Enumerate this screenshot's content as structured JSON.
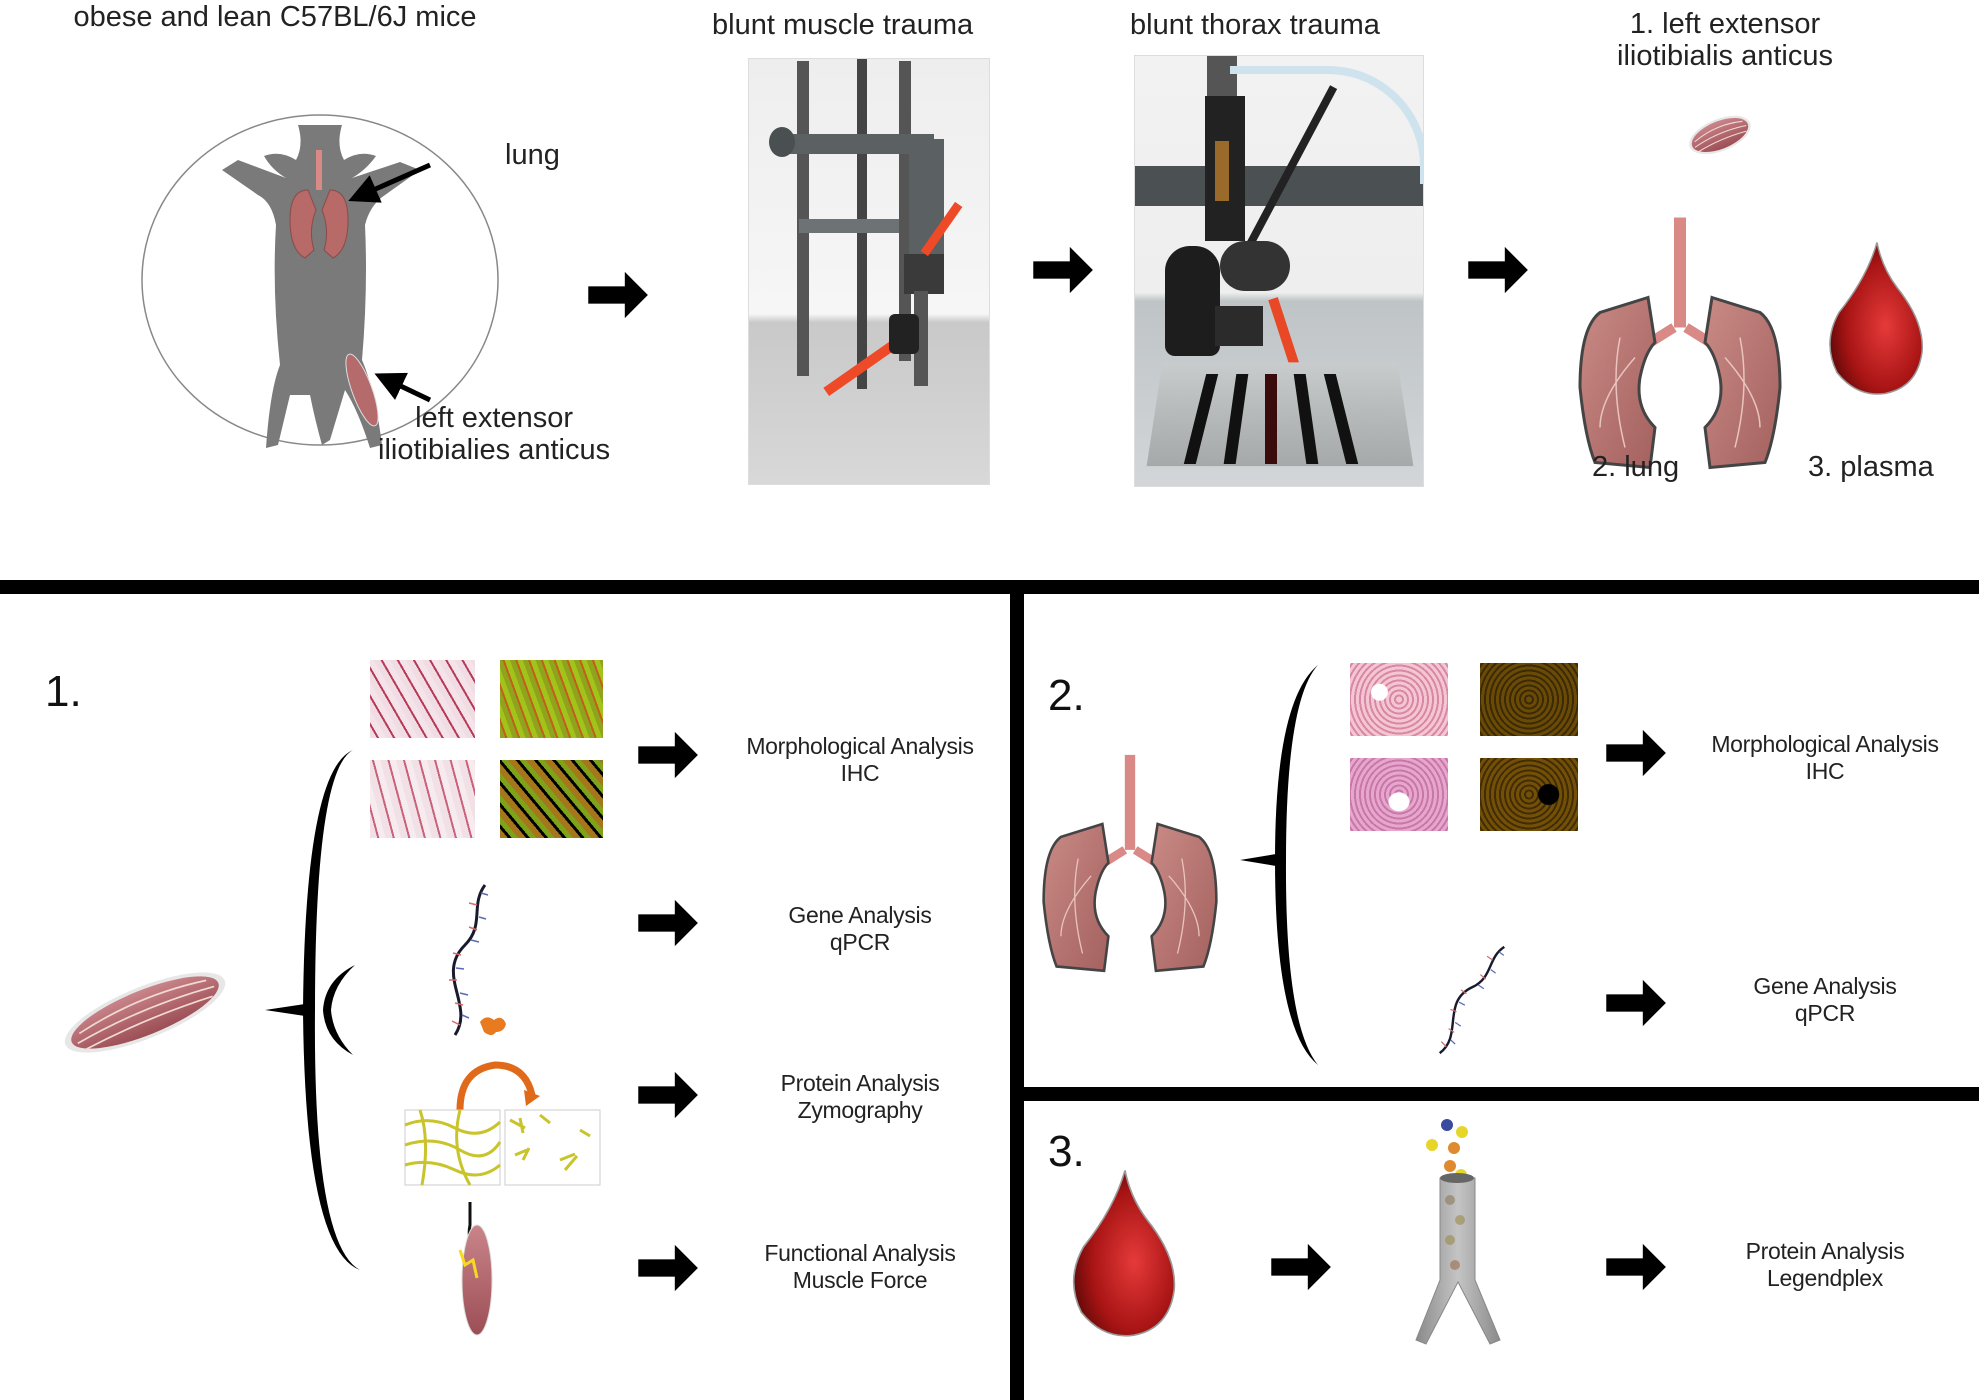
{
  "top": {
    "mice_label": "obese and lean C57BL/6J mice",
    "lung_callout": "lung",
    "muscle_callout": "left extensor\niliotibialies anticus",
    "muscle_trauma_label": "blunt muscle trauma",
    "thorax_trauma_label": "blunt thorax trauma",
    "sample1_label": "1. left extensor\niliotibialis anticus",
    "sample2_label": "2. lung",
    "sample3_label": "3. plasma"
  },
  "panel1": {
    "number": "1.",
    "analyses": [
      {
        "title": "Morphological Analysis",
        "method": "IHC"
      },
      {
        "title": "Gene Analysis",
        "method": "qPCR"
      },
      {
        "title": "Protein Analysis",
        "method": "Zymography"
      },
      {
        "title": "Functional Analysis",
        "method": "Muscle Force"
      }
    ]
  },
  "panel2": {
    "number": "2.",
    "analyses": [
      {
        "title": "Morphological Analysis",
        "method": "IHC"
      },
      {
        "title": "Gene Analysis",
        "method": "qPCR"
      }
    ]
  },
  "panel3": {
    "number": "3.",
    "analyses": [
      {
        "title": "Protein Analysis",
        "method": "Legendplex"
      }
    ]
  },
  "colors": {
    "tissue": "#b5676a",
    "blood": "#a01515",
    "mouse": "#7a7a7a",
    "fiber": "#c8c42a",
    "enzyme": "#e06a1a"
  }
}
